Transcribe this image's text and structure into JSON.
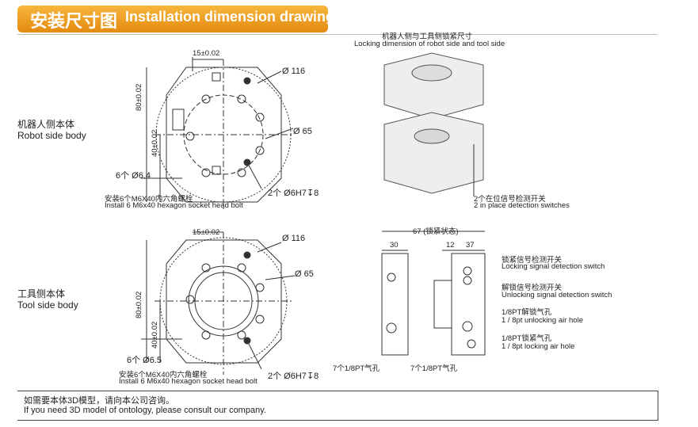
{
  "header": {
    "title_cn": "安装尺寸图",
    "title_en": "Installation dimension drawing"
  },
  "robot_side": {
    "label_cn": "机器人侧本体",
    "label_en": "Robot side body",
    "dims": {
      "offset": "15±0.02",
      "height": "80±0.02",
      "half_height": "40±0.02",
      "outer": "116",
      "bolt_circle": "65",
      "qty_hole": "6个",
      "hole_dia": "6.4",
      "pin_qty": "2个",
      "pin_dia": "6H7",
      "pin_depth": "8"
    },
    "note_cn": "安装6个M6X40内六角螺栓",
    "note_en": "Install 6 M6x40 hexagon socket head bolt"
  },
  "tool_side": {
    "label_cn": "工具侧本体",
    "label_en": "Tool side body",
    "dims": {
      "offset": "15±0.02",
      "height": "80±0.02",
      "half_height": "40±0.02",
      "outer": "116",
      "bolt_circle": "65",
      "qty_hole": "6个",
      "hole_dia": "6.5",
      "pin_qty": "2个",
      "pin_dia": "6H7",
      "pin_depth": "8"
    },
    "note_cn": "安装6个M6X40内六角螺栓",
    "note_en": "Install 6 M6x40 hexagon socket head bolt"
  },
  "iso_view": {
    "title_cn": "机器人侧与工具侧锁紧尺寸",
    "title_en": "Locking dimension of robot side and tool side",
    "callout_cn": "2个在位信号检测开关",
    "callout_en": "2 in place detection switches"
  },
  "side_view": {
    "total": "67 (锁紧状态)",
    "left_width": "30",
    "mid_width": "12",
    "right_width": "37",
    "port_label": "7个1/8PT气孔",
    "callouts": [
      {
        "cn": "锁紧信号检测开关",
        "en": "Locking signal detection switch"
      },
      {
        "cn": "解锁信号检测开关",
        "en": "Unlocking signal detection switch"
      },
      {
        "cn": "1/8PT解锁气孔",
        "en": "1 / 8pt unlocking air hole"
      },
      {
        "cn": "1/8PT锁紧气孔",
        "en": "1 / 8pt locking air hole"
      }
    ]
  },
  "footer": {
    "line_cn": "如需要本体3D模型，请向本公司咨询。",
    "line_en": "If you need 3D model of ontology, please consult our company."
  },
  "colors": {
    "banner_top": "#f7b63d",
    "banner_bottom": "#e48a10",
    "line": "#333333"
  }
}
